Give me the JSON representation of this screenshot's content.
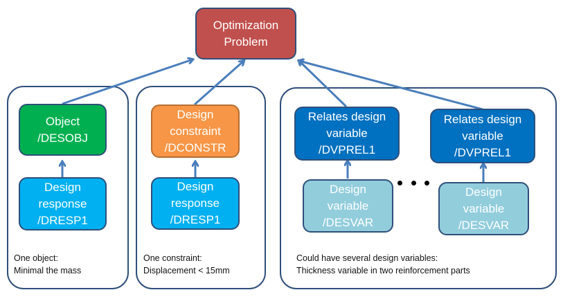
{
  "colors": {
    "top": "#c0504d",
    "objective": "#00b050",
    "constraint": "#f79646",
    "response": "#00b0f0",
    "dvprel": "#0070c0",
    "desvar": "#92cddc",
    "arrow": "#4a7ebb",
    "border": "#2e4f7a"
  },
  "top": {
    "lines": [
      "Optimization",
      "Problem"
    ]
  },
  "groups": [
    {
      "upper": {
        "lines": [
          "Object",
          "/DESOBJ"
        ]
      },
      "lower": {
        "lines": [
          "Design",
          "response",
          "/DRESP1"
        ]
      },
      "note": [
        "One object:",
        "Minimal  the mass"
      ]
    },
    {
      "upper": {
        "lines": [
          "Design",
          "constraint",
          "/DCONSTR"
        ]
      },
      "lower": {
        "lines": [
          "Design",
          "response",
          "/DRESP1"
        ]
      },
      "note": [
        "One constraint:",
        "Displacement  < 15mm"
      ]
    },
    {
      "pairs": [
        {
          "upper": {
            "lines": [
              "Relates design",
              "variable",
              "/DVPREL1"
            ]
          },
          "lower": {
            "lines": [
              "Design",
              "variable",
              "/DESVAR"
            ]
          }
        },
        {
          "upper": {
            "lines": [
              "Relates design",
              "variable",
              "/DVPREL1"
            ]
          },
          "lower": {
            "lines": [
              "Design",
              "variable",
              "/DESVAR"
            ]
          }
        }
      ],
      "ellipsis": "• • •",
      "note": [
        "Could have several design variables:",
        "Thickness variable in two reinforcement parts"
      ]
    }
  ]
}
